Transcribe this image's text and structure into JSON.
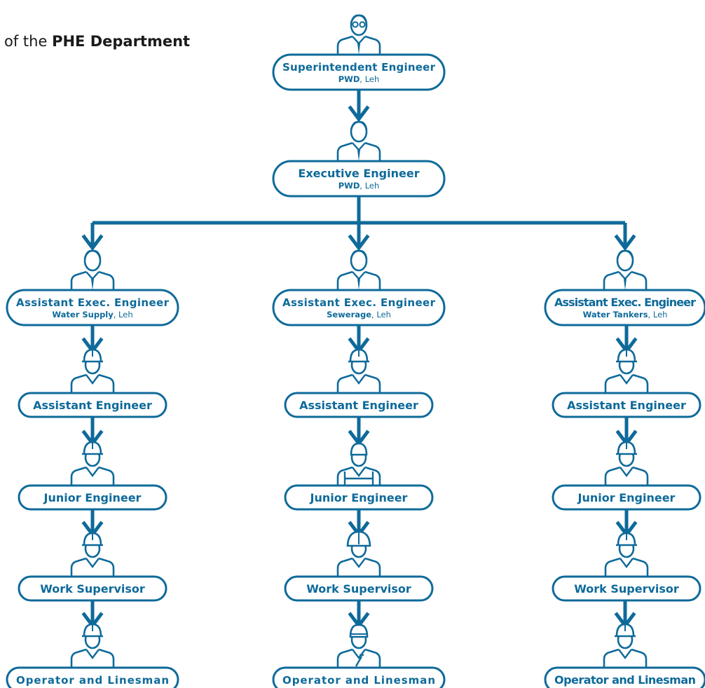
{
  "header": {
    "title_prefix": "of the",
    "title_bold": "PHE Department"
  },
  "colors": {
    "primary": "#0e6a9a",
    "background": "#ffffff",
    "title_text": "#1a1a1a"
  },
  "nodes": [
    {
      "id": "se",
      "title": "Superintendent Engineer",
      "sub_bold": "PWD",
      "sub_rest": ", Leh",
      "icon": "officer-glasses-icon"
    },
    {
      "id": "ee",
      "title": "Executive Engineer",
      "sub_bold": "PWD",
      "sub_rest": ", Leh",
      "icon": "officer-icon"
    },
    {
      "id": "aee1",
      "title": "Assistant Exec. Engineer",
      "sub_bold": "Water Supply",
      "sub_rest": ", Leh",
      "icon": "officer-icon"
    },
    {
      "id": "aee2",
      "title": "Assistant Exec. Engineer",
      "sub_bold": "Sewerage",
      "sub_rest": ", Leh",
      "icon": "officer-icon"
    },
    {
      "id": "aee3",
      "title": "Assistant Exec. Engineer",
      "sub_bold": "Water Tankers",
      "sub_rest": ", Leh",
      "icon": "officer-icon"
    },
    {
      "id": "ae1",
      "title": "Assistant Engineer",
      "icon": "hardhat-worker-icon"
    },
    {
      "id": "ae2",
      "title": "Assistant Engineer",
      "icon": "hardhat-worker-icon"
    },
    {
      "id": "ae3",
      "title": "Assistant Engineer",
      "icon": "hardhat-worker-icon"
    },
    {
      "id": "je1",
      "title": "Junior Engineer",
      "icon": "hardhat-worker-icon"
    },
    {
      "id": "je2",
      "title": "Junior Engineer",
      "icon": "overalls-worker-icon"
    },
    {
      "id": "je3",
      "title": "Junior Engineer",
      "icon": "hardhat-worker-icon"
    },
    {
      "id": "ws1",
      "title": "Work Supervisor",
      "icon": "hardhat-worker-icon"
    },
    {
      "id": "ws2",
      "title": "Work Supervisor",
      "icon": "helmet-worker-icon"
    },
    {
      "id": "ws3",
      "title": "Work Supervisor",
      "icon": "hardhat-worker-icon"
    },
    {
      "id": "op1",
      "title": "Operator and Linesman",
      "icon": "hardhat-worker-icon"
    },
    {
      "id": "op2",
      "title": "Operator and Linesman",
      "icon": "wrench-worker-icon"
    },
    {
      "id": "op3",
      "title": "Operator and Linesman",
      "icon": "hardhat-worker-icon"
    }
  ],
  "edges": [
    [
      "se",
      "ee"
    ],
    [
      "ee",
      "aee1"
    ],
    [
      "ee",
      "aee2"
    ],
    [
      "ee",
      "aee3"
    ],
    [
      "aee1",
      "ae1"
    ],
    [
      "ae1",
      "je1"
    ],
    [
      "je1",
      "ws1"
    ],
    [
      "ws1",
      "op1"
    ],
    [
      "aee2",
      "ae2"
    ],
    [
      "ae2",
      "je2"
    ],
    [
      "je2",
      "ws2"
    ],
    [
      "ws2",
      "op2"
    ],
    [
      "aee3",
      "ae3"
    ],
    [
      "ae3",
      "je3"
    ],
    [
      "je3",
      "ws3"
    ],
    [
      "ws3",
      "op3"
    ]
  ]
}
